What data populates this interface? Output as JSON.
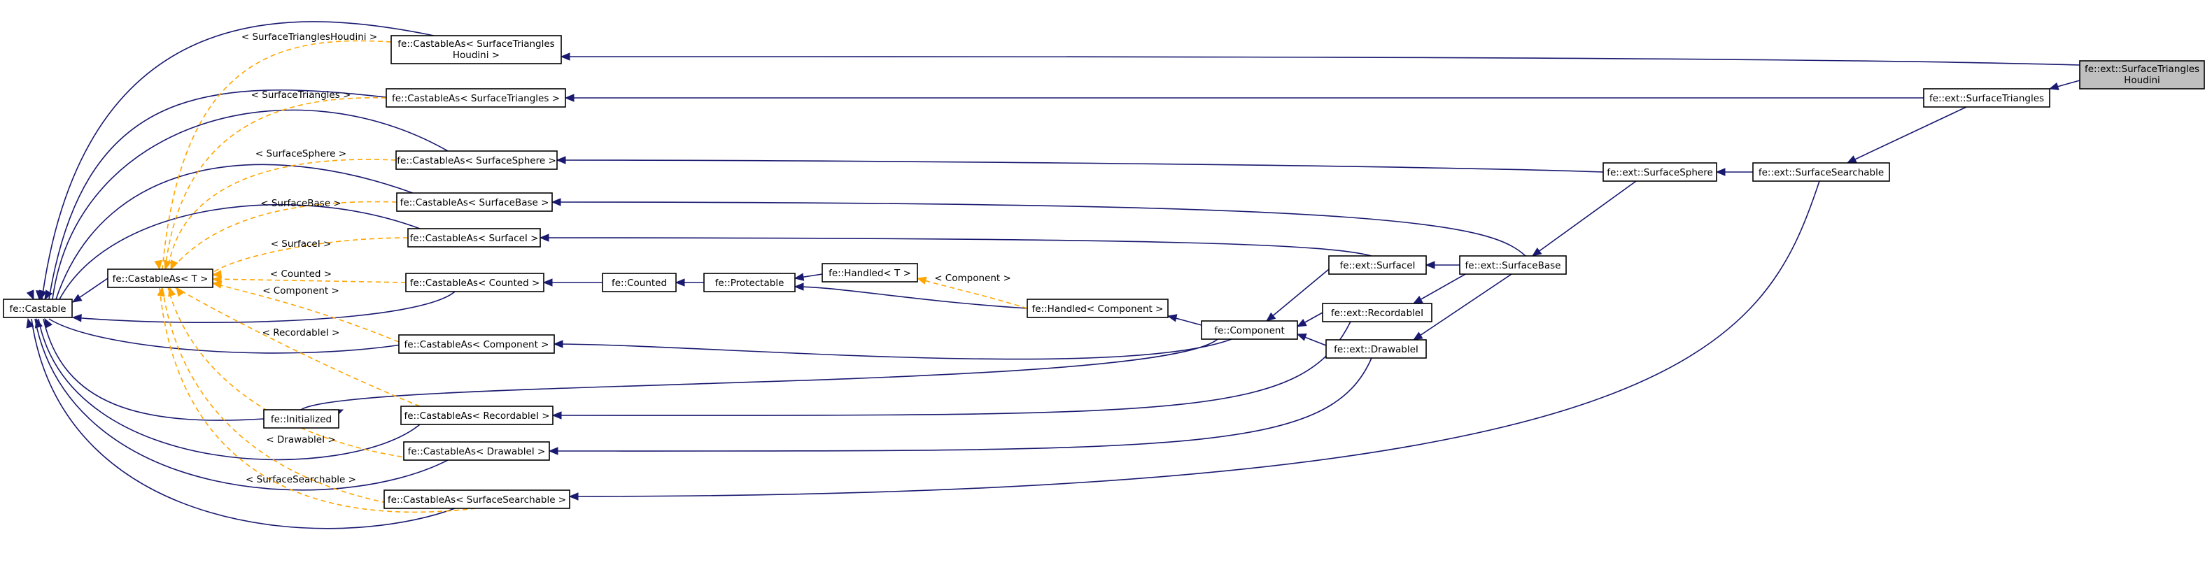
{
  "nodes": [
    {
      "id": "castable",
      "lines": [
        "fe::Castable"
      ]
    },
    {
      "id": "castableAsT",
      "lines": [
        "fe::CastableAs< T >"
      ]
    },
    {
      "id": "caSTH",
      "lines": [
        "fe::CastableAs< SurfaceTriangles",
        "Houdini >"
      ]
    },
    {
      "id": "caST",
      "lines": [
        "fe::CastableAs< SurfaceTriangles >"
      ]
    },
    {
      "id": "caSS",
      "lines": [
        "fe::CastableAs< SurfaceSphere >"
      ]
    },
    {
      "id": "caSB",
      "lines": [
        "fe::CastableAs< SurfaceBase >"
      ]
    },
    {
      "id": "caSI",
      "lines": [
        "fe::CastableAs< SurfaceI >"
      ]
    },
    {
      "id": "caCounted",
      "lines": [
        "fe::CastableAs< Counted >"
      ]
    },
    {
      "id": "caComponent",
      "lines": [
        "fe::CastableAs< Component >"
      ]
    },
    {
      "id": "initialized",
      "lines": [
        "fe::Initialized"
      ]
    },
    {
      "id": "caRI",
      "lines": [
        "fe::CastableAs< RecordableI >"
      ]
    },
    {
      "id": "caDI",
      "lines": [
        "fe::CastableAs< DrawableI >"
      ]
    },
    {
      "id": "caSSr",
      "lines": [
        "fe::CastableAs< SurfaceSearchable >"
      ]
    },
    {
      "id": "counted",
      "lines": [
        "fe::Counted"
      ]
    },
    {
      "id": "protectable",
      "lines": [
        "fe::Protectable"
      ]
    },
    {
      "id": "handledT",
      "lines": [
        "fe::Handled< T >"
      ]
    },
    {
      "id": "handledComp",
      "lines": [
        "fe::Handled< Component >"
      ]
    },
    {
      "id": "component",
      "lines": [
        "fe::Component"
      ]
    },
    {
      "id": "surfaceI",
      "lines": [
        "fe::ext::SurfaceI"
      ]
    },
    {
      "id": "recordableI",
      "lines": [
        "fe::ext::RecordableI"
      ]
    },
    {
      "id": "drawableI",
      "lines": [
        "fe::ext::DrawableI"
      ]
    },
    {
      "id": "surfaceBase",
      "lines": [
        "fe::ext::SurfaceBase"
      ]
    },
    {
      "id": "surfaceSphere",
      "lines": [
        "fe::ext::SurfaceSphere"
      ]
    },
    {
      "id": "surfaceSearchable",
      "lines": [
        "fe::ext::SurfaceSearchable"
      ]
    },
    {
      "id": "surfaceTriangles",
      "lines": [
        "fe::ext::SurfaceTriangles"
      ]
    },
    {
      "id": "surfaceTrianglesHoudini",
      "lines": [
        "fe::ext::SurfaceTriangles",
        "Houdini"
      ],
      "selected": true
    }
  ],
  "template_labels": [
    {
      "id": "lbl-sth",
      "text": "< SurfaceTrianglesHoudini >"
    },
    {
      "id": "lbl-st",
      "text": "< SurfaceTriangles >"
    },
    {
      "id": "lbl-ss",
      "text": "< SurfaceSphere >"
    },
    {
      "id": "lbl-sb",
      "text": "< SurfaceBase >"
    },
    {
      "id": "lbl-si",
      "text": "< SurfaceI >"
    },
    {
      "id": "lbl-counted",
      "text": "< Counted >"
    },
    {
      "id": "lbl-component",
      "text": "< Component >"
    },
    {
      "id": "lbl-ri",
      "text": "< RecordableI >"
    },
    {
      "id": "lbl-di",
      "text": "< DrawableI >"
    },
    {
      "id": "lbl-ssr",
      "text": "< SurfaceSearchable >"
    },
    {
      "id": "lbl-handled",
      "text": "< Component >"
    }
  ],
  "colors": {
    "inheritance_edge": "#191970",
    "template_edge": "#ffa500",
    "selected_node_fill": "#bfbfbf"
  }
}
